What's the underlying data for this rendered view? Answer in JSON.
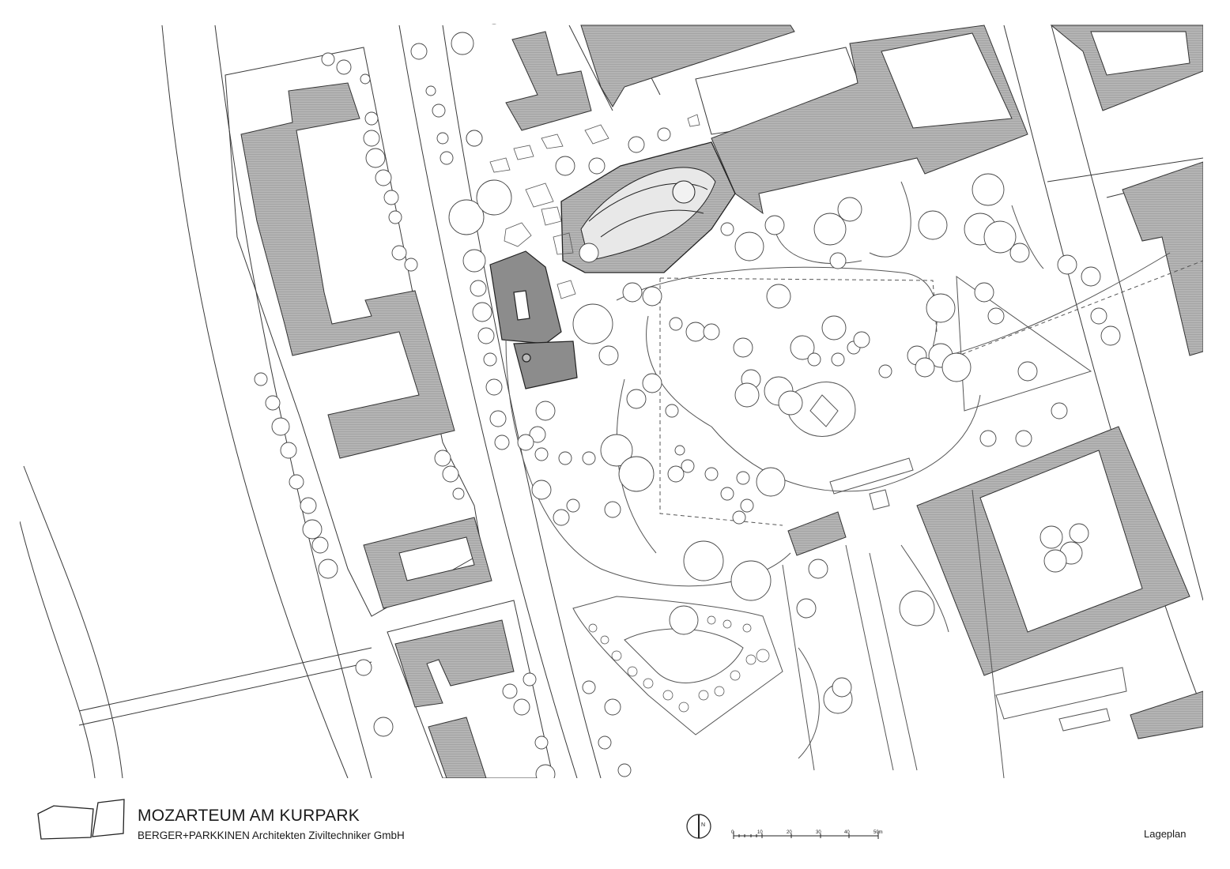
{
  "title": "MOZARTEUM AM KURPARK",
  "subtitle": "BERGER+PARKKINEN Architekten Ziviltechniker GmbH",
  "sheet_label": "Lageplan",
  "north_arrow": {
    "icon": "north-arrow-icon",
    "label": "N"
  },
  "scale_bar": {
    "ticks": [
      "0",
      "10",
      "20",
      "30",
      "40",
      "50m"
    ]
  },
  "logo": {
    "icon": "building-outline-logo-icon"
  },
  "colors": {
    "line": "#3a3a3a",
    "building_gray": "#9a9a9a",
    "new_building": "#8a8a8a",
    "paper": "#ffffff"
  }
}
